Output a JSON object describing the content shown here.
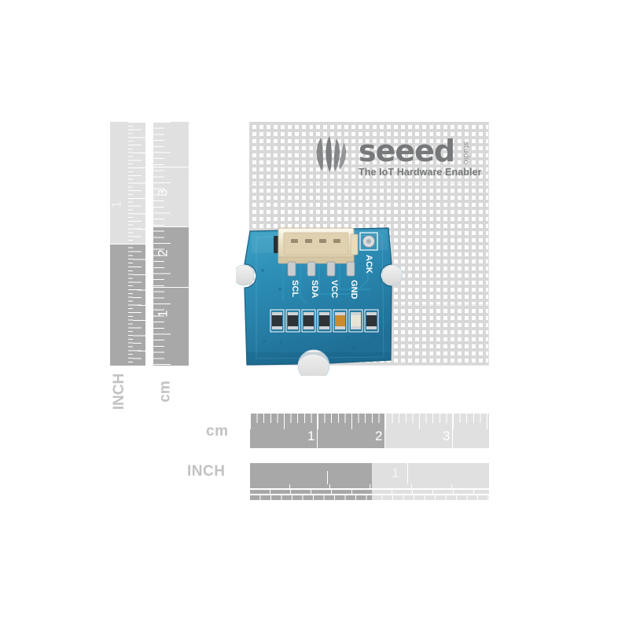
{
  "page": {
    "background_color": "#ffffff",
    "type": "product-photo"
  },
  "grid": {
    "color": "#e2e2e2",
    "dash_color": "#d8d8d8"
  },
  "logo": {
    "mark_name": "seeed-leaf-logo",
    "wordmark": "seeed",
    "superscript": "studio",
    "tagline": "The IoT Hardware Enabler",
    "color": "#76787a"
  },
  "rulers": {
    "horizontal": {
      "cm": {
        "label": "cm",
        "numbers": [
          "1",
          "2",
          "3"
        ],
        "dark_color": "#a8a8a8",
        "light_color": "#e0e0e0"
      },
      "inch": {
        "label": "INCH",
        "numbers": [
          "1"
        ],
        "dark_color": "#a8a8a8",
        "light_color": "#e0e0e0"
      }
    },
    "vertical": {
      "cm": {
        "label": "cm",
        "numbers": [
          "1",
          "2",
          "3"
        ]
      },
      "inch": {
        "label": "INCH",
        "numbers": [
          "1"
        ]
      }
    },
    "label_color": "#c2c2c2"
  },
  "pcb": {
    "name": "grove-module-board",
    "board_color": "#2a85ae",
    "board_color_light": "#3fa3c9",
    "connector": {
      "name": "grove-4pin-connector",
      "color": "#ece2c8",
      "pin_count": 4
    },
    "pin_labels": [
      "SCL",
      "SDA",
      "VCC",
      "GND"
    ],
    "test_pad_label": "ACK",
    "silkscreen_color": "#ffffff",
    "component_count": 7
  }
}
